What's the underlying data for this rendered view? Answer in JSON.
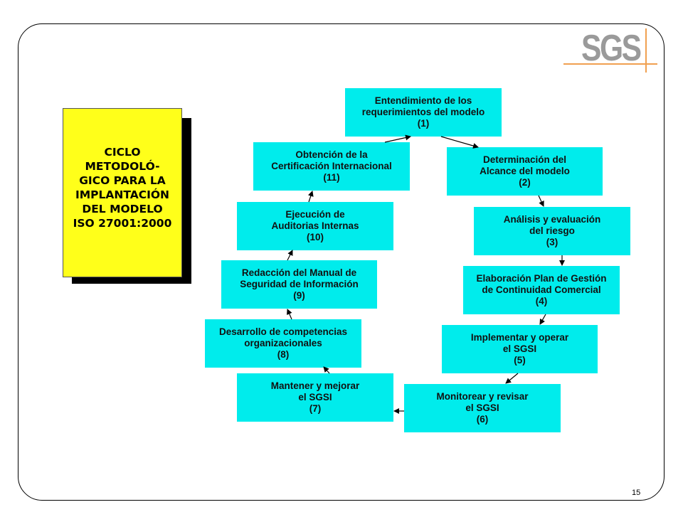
{
  "logo": {
    "text": "SGS",
    "line_color": "#f0a050",
    "text_color": "#9a9a9a"
  },
  "title": {
    "text": "CICLO\nMETODOLÓ-\nGICO PARA LA\nIMPLANTACIÓN\nDEL MODELO\nISO 27001:2000",
    "fill": "#ffff1a"
  },
  "colors": {
    "step_fill": "#00ecec",
    "arrow": "#000000"
  },
  "steps": [
    {
      "id": "1",
      "text": "Entendimiento de los\nrequerimientos del modelo\n(1)"
    },
    {
      "id": "2",
      "text": "Determinación del\nAlcance del modelo\n(2)"
    },
    {
      "id": "3",
      "text": "Análisis y evaluación\ndel riesgo\n(3)"
    },
    {
      "id": "4",
      "text": "Elaboración Plan de Gestión\nde Continuidad Comercial\n(4)"
    },
    {
      "id": "5",
      "text": "Implementar y operar\nel SGSI\n(5)"
    },
    {
      "id": "6",
      "text": "Monitorear y revisar\nel SGSI\n(6)"
    },
    {
      "id": "7",
      "text": "Mantener y mejorar\nel SGSI\n(7)"
    },
    {
      "id": "8",
      "text": "Desarrollo de competencias\norganizacionales\n(8)"
    },
    {
      "id": "9",
      "text": "Redacción del Manual de\nSeguridad de Información\n(9)"
    },
    {
      "id": "10",
      "text": "Ejecución de\nAuditorias Internas\n(10)"
    },
    {
      "id": "11",
      "text": "Obtención de la\nCertificación Internacional\n(11)"
    }
  ],
  "page_number": "15"
}
